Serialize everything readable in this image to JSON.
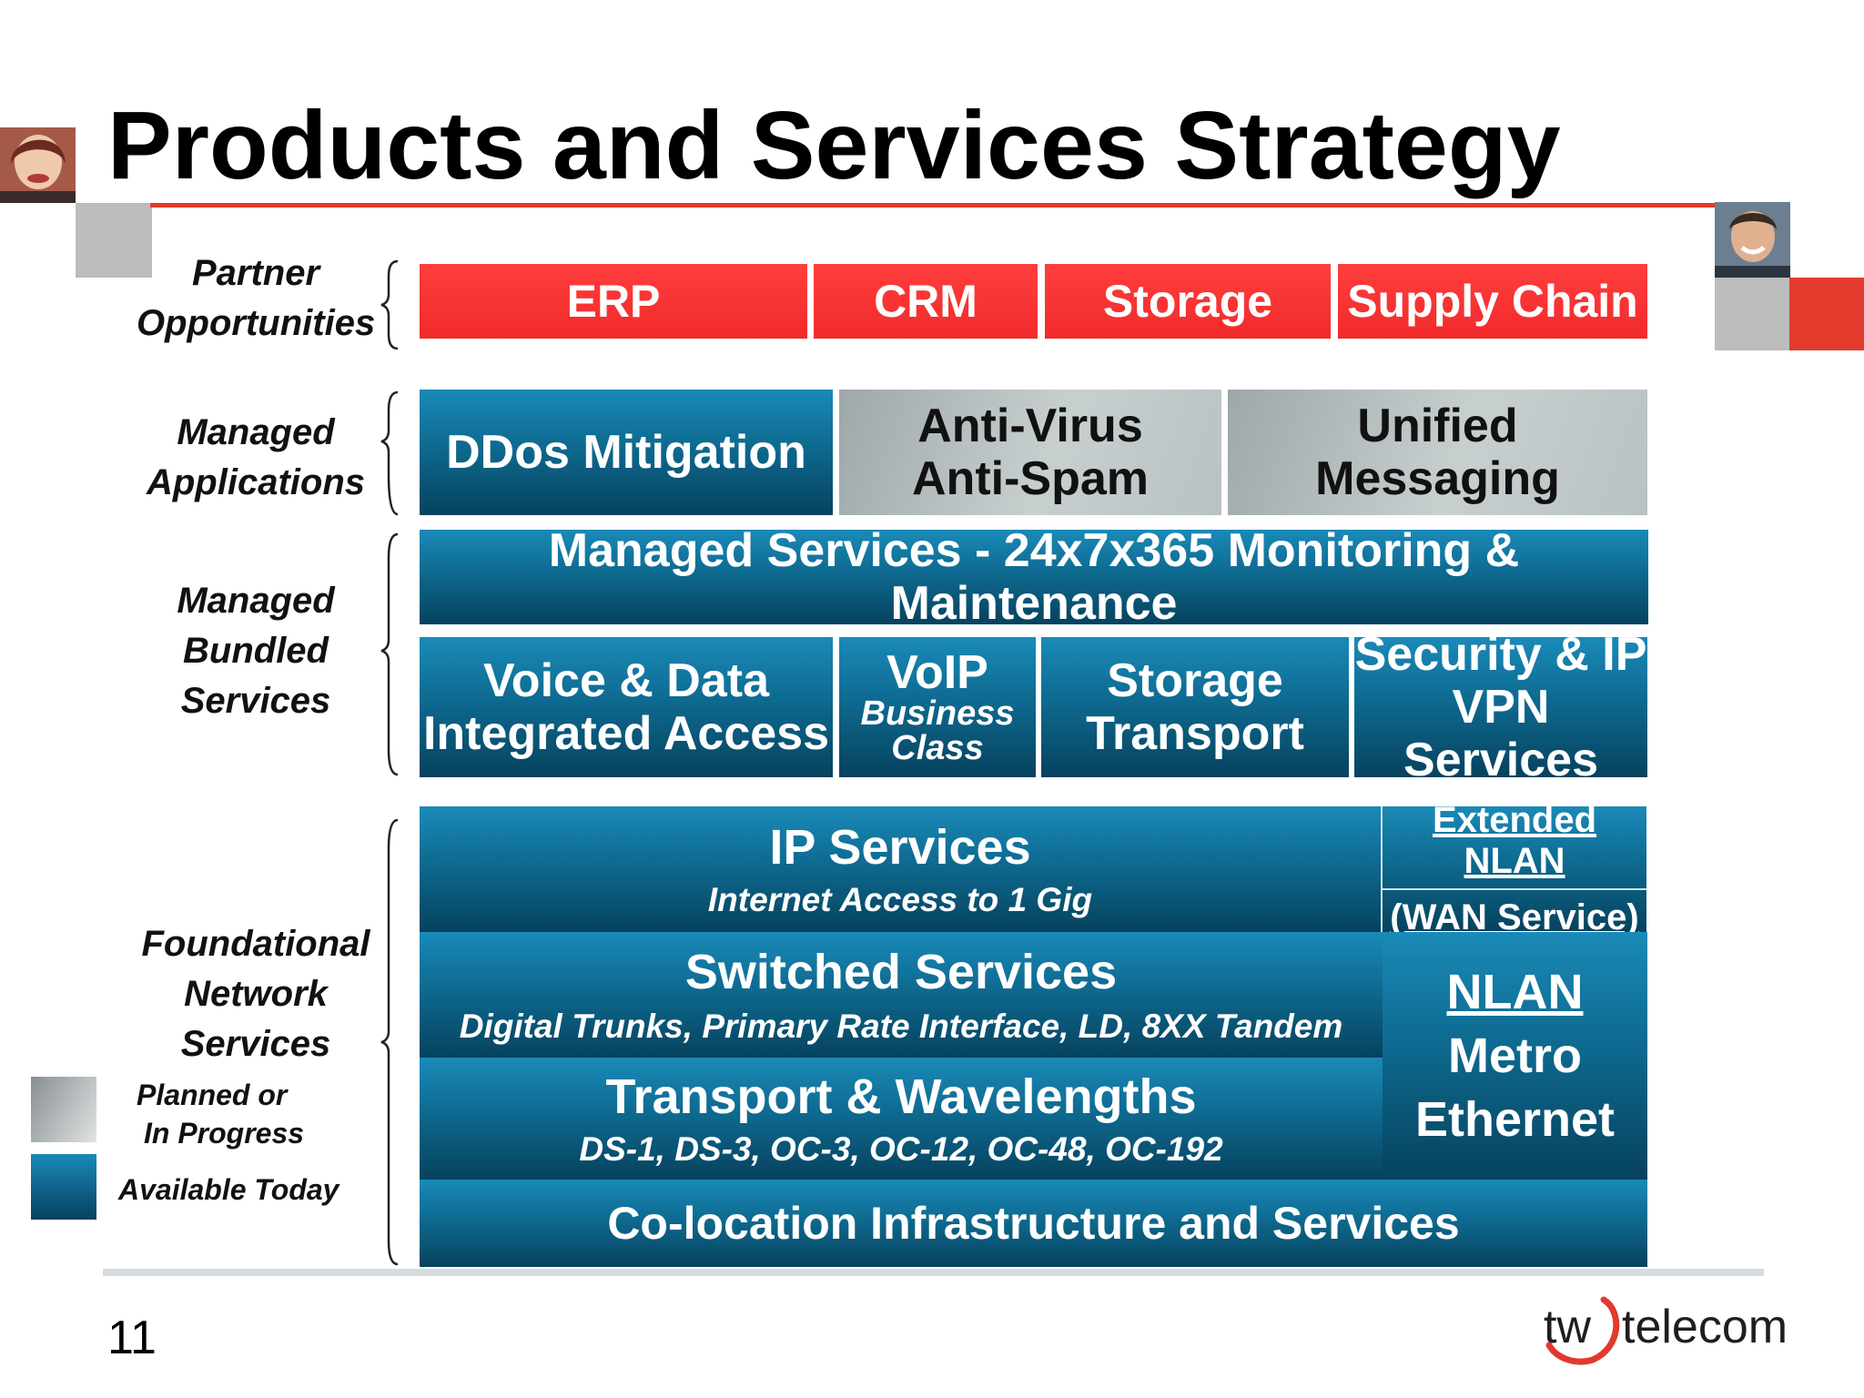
{
  "title": "Products and Services Strategy",
  "categories": {
    "partner": "Partner\nOpportunities",
    "managed_apps": "Managed\nApplications",
    "bundled": "Managed\nBundled\nServices",
    "foundational": "Foundational\nNetwork\nServices"
  },
  "partner": [
    "ERP",
    "CRM",
    "Storage",
    "Supply Chain"
  ],
  "managed_apps": {
    "ddos": "DDos Mitigation",
    "av_line1": "Anti-Virus",
    "av_line2": "Anti-Spam",
    "um_line1": "Unified",
    "um_line2": "Messaging"
  },
  "bundled": {
    "banner": "Managed Services - 24x7x365 Monitoring & Maintenance",
    "voice_line1": "Voice & Data",
    "voice_line2": "Integrated Access",
    "voip": "VoIP",
    "voip_sub1": "Business",
    "voip_sub2": "Class",
    "storage_line1": "Storage",
    "storage_line2": "Transport",
    "sec_line1": "Security & IP",
    "sec_line2": "VPN Services"
  },
  "foundational": {
    "ip": "IP Services",
    "ip_sub": "Internet Access to 1 Gig",
    "ext_line1": "Extended NLAN",
    "ext_line2": "(WAN Service)",
    "switched": "Switched Services",
    "switched_sub": "Digital Trunks, Primary Rate Interface, LD, 8XX Tandem",
    "nlan": "NLAN",
    "metro": "Metro",
    "ethernet": "Ethernet",
    "transport": "Transport & Wavelengths",
    "transport_sub": "DS-1, DS-3, OC-3, OC-12, OC-48, OC-192",
    "colo": "Co-location Infrastructure and Services"
  },
  "legend": {
    "planned_line1": "Planned or",
    "planned_line2": "In Progress",
    "available": "Available Today"
  },
  "page_number": "11",
  "logo": {
    "tw": "tw",
    "telecom": "telecom"
  },
  "colors": {
    "accent_red": "#e2392d",
    "partner_red": "#f53535",
    "available_blue": "#0e6a90",
    "planned_grey": "#bcc4c5"
  }
}
